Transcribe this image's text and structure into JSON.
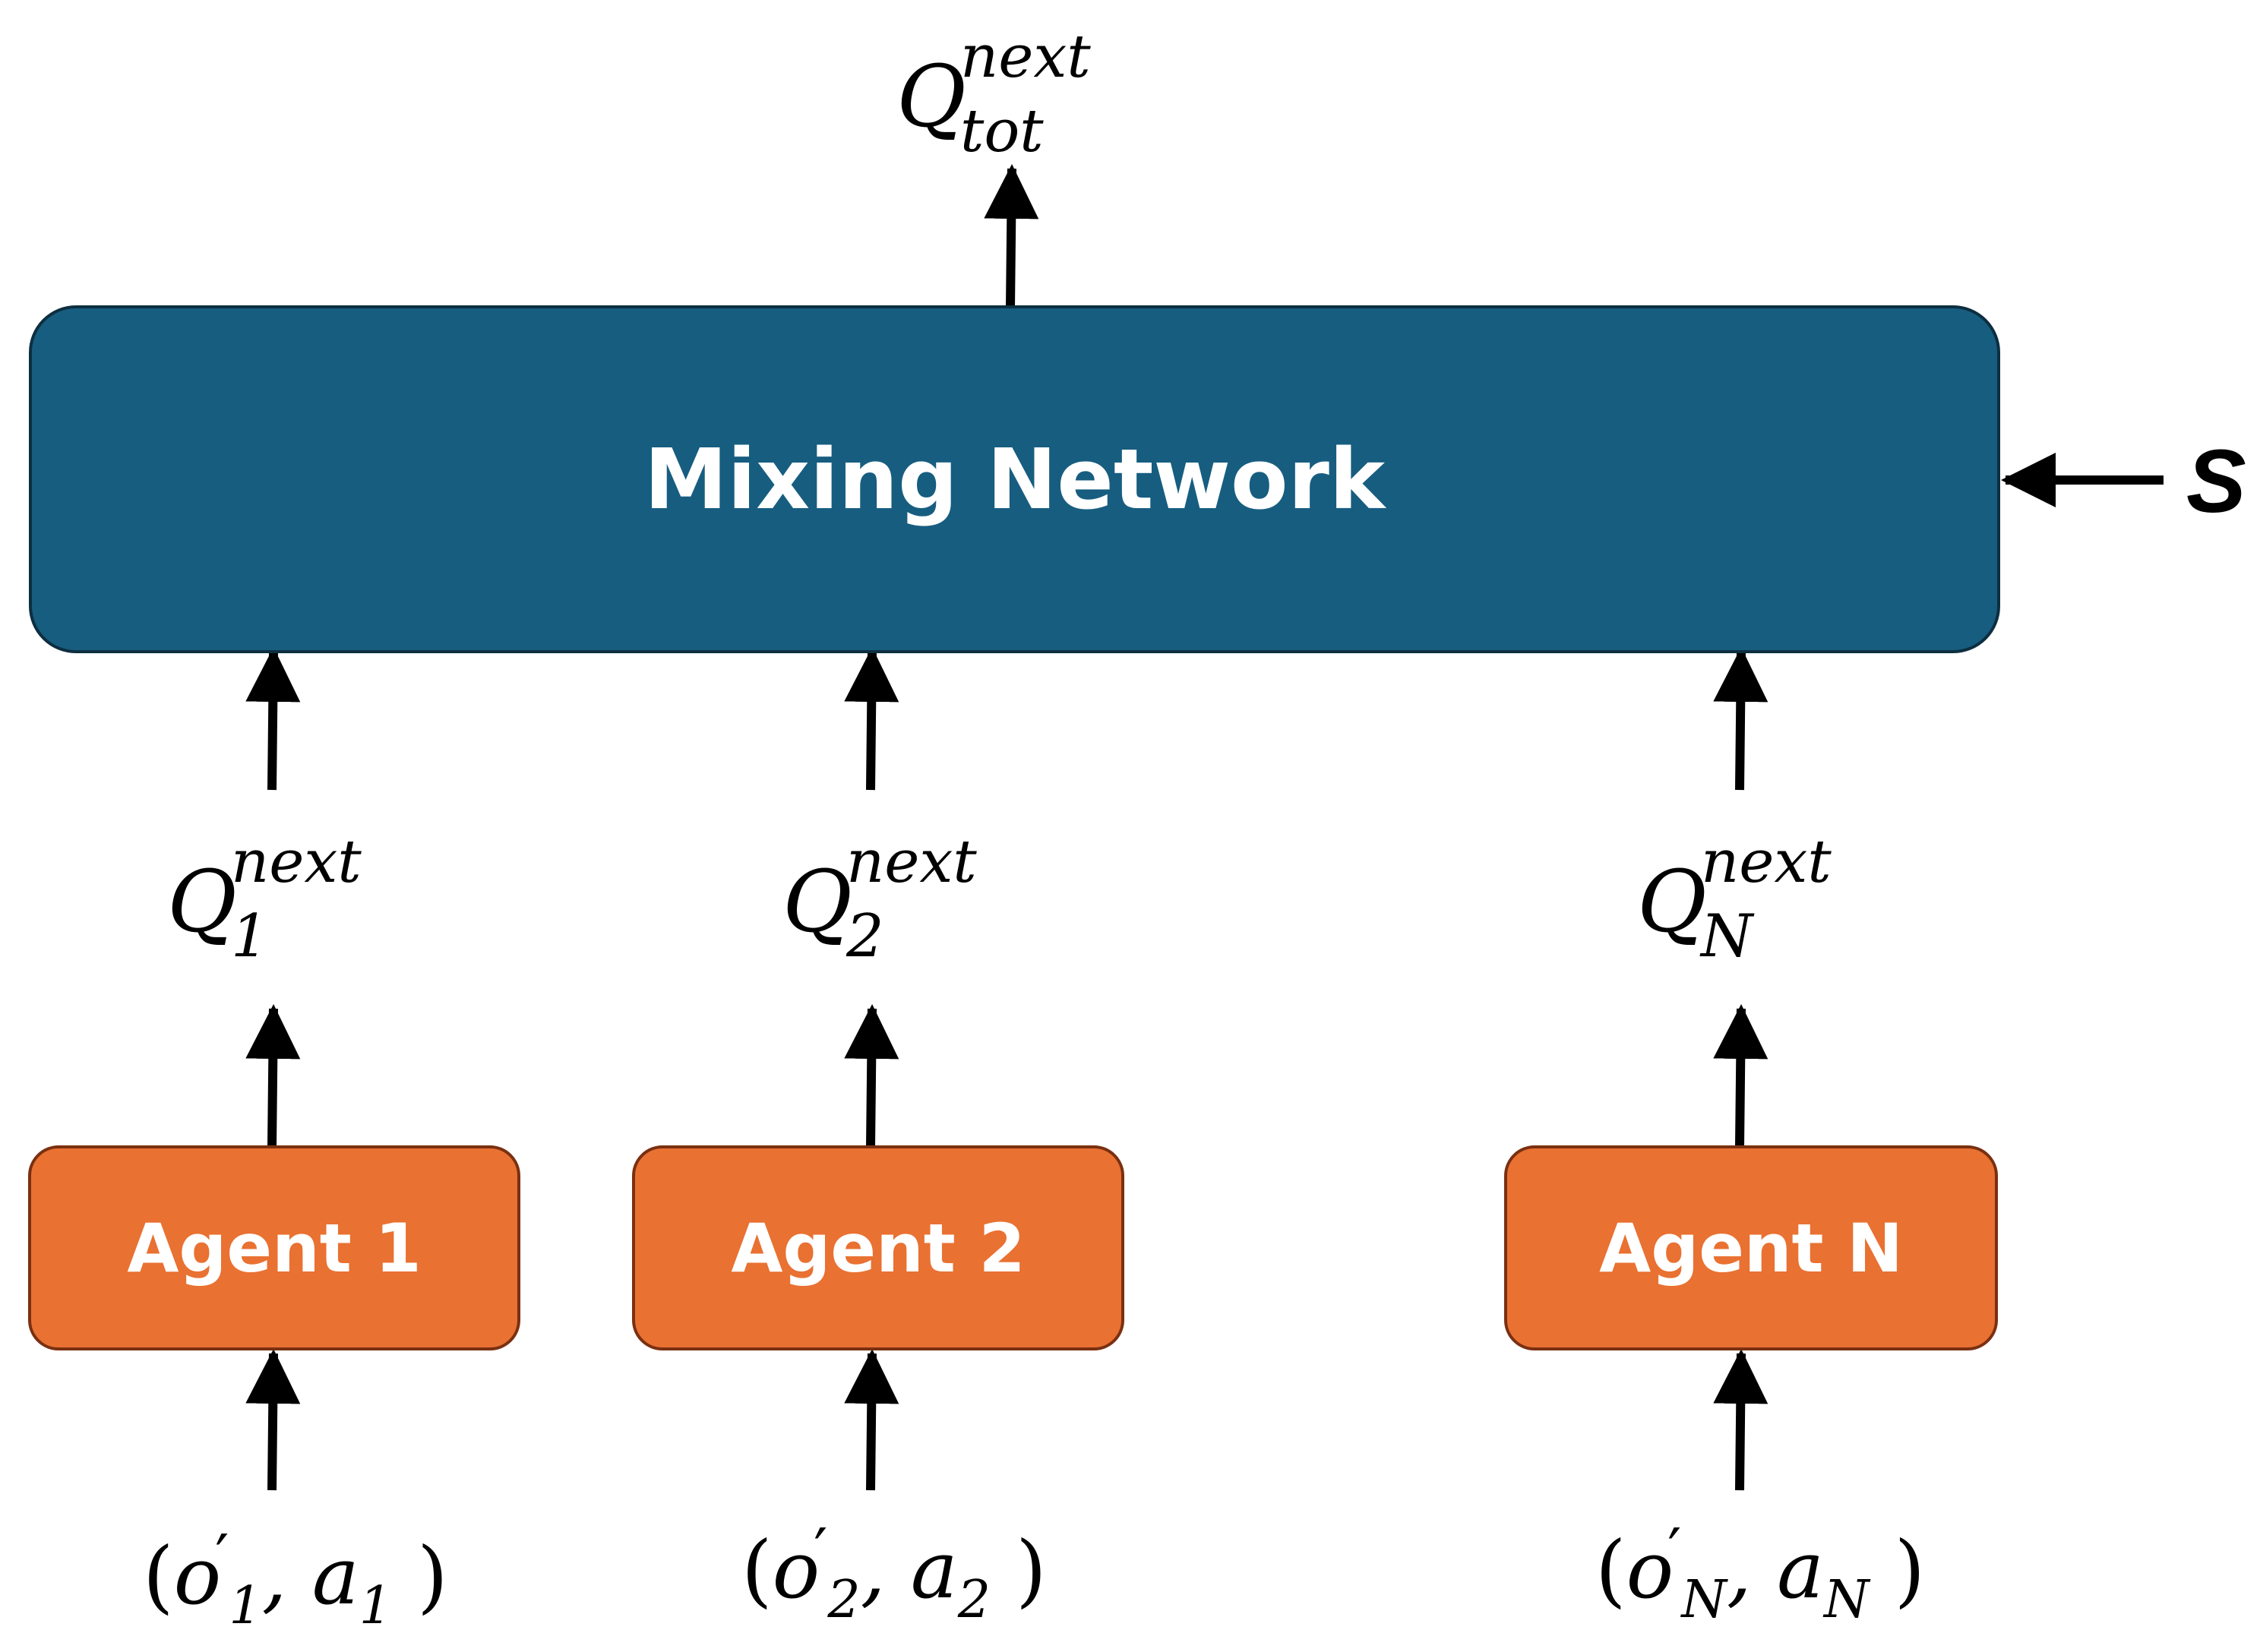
{
  "mixing_network": {
    "label": "Mixing Network",
    "fill": "#175d80"
  },
  "state_input": {
    "label": "S"
  },
  "output": {
    "symbol": "Q",
    "superscript": "next",
    "subscript": "tot"
  },
  "agents": [
    {
      "label": "Agent 1",
      "q_sub": "1",
      "q_sup": "next",
      "obs": "o",
      "obs_sub": "1",
      "act": "a",
      "act_sub": "1"
    },
    {
      "label": "Agent 2",
      "q_sub": "2",
      "q_sup": "next",
      "obs": "o",
      "obs_sub": "2",
      "act": "a",
      "act_sub": "2"
    },
    {
      "label": "Agent N",
      "q_sub": "N",
      "q_sup": "next",
      "obs": "o",
      "obs_sub": "N",
      "act": "a",
      "act_sub": "N"
    }
  ],
  "colors": {
    "agent_fill": "#e97132",
    "arrow": "#000000"
  }
}
